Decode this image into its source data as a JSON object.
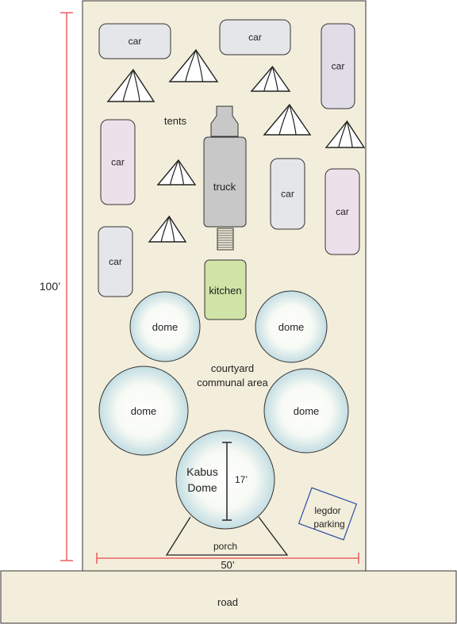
{
  "labels": {
    "tents": "tents",
    "truck": "truck",
    "kitchen": "kitchen",
    "courtyard_line1": "courtyard",
    "courtyard_line2": "communal area",
    "kabus_line1": "Kabus",
    "kabus_line2": "Dome",
    "diameter": "17’",
    "porch": "porch",
    "legdor_line1": "legdor",
    "legdor_line2": "parking",
    "length": "100’",
    "width": "50’",
    "road": "road"
  },
  "cars": [
    {
      "label": "car",
      "color": "#e4e6ea"
    },
    {
      "label": "car",
      "color": "#e4e6ea"
    },
    {
      "label": "car",
      "color": "#e1dde8"
    },
    {
      "label": "car",
      "color": "#ece0ea"
    },
    {
      "label": "car",
      "color": "#e4e6ea"
    },
    {
      "label": "car",
      "color": "#ece0ea"
    },
    {
      "label": "car",
      "color": "#e4e6ea"
    }
  ],
  "domes": [
    {
      "label": "dome"
    },
    {
      "label": "dome"
    },
    {
      "label": "dome"
    },
    {
      "label": "dome"
    }
  ],
  "colors": {
    "lot": "#f3eedb",
    "road": "#f3eedb",
    "dimension_line": "#e8474a",
    "kitchen": "#cfe4a6",
    "truck": "#c8c8c8",
    "legdor_outline": "#2a4fa8",
    "dome_center": "#ffffff",
    "dome_edge": "#c3dde3"
  },
  "icons": [
    "tent-icon"
  ]
}
